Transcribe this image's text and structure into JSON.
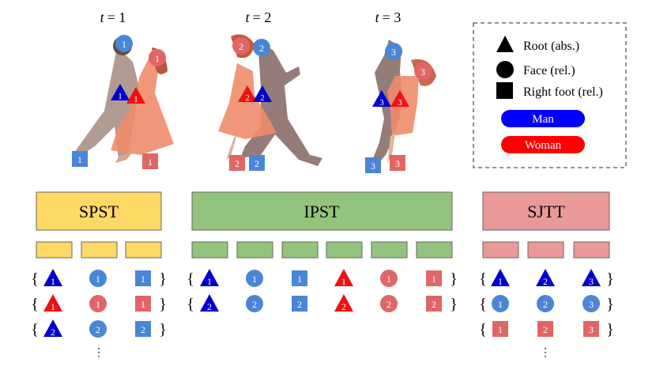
{
  "frames": [
    {
      "t_label": "t",
      "t_value": "= 1"
    },
    {
      "t_label": "t",
      "t_value": "= 2"
    },
    {
      "t_label": "t",
      "t_value": "= 3"
    }
  ],
  "legend": {
    "root": "Root (abs.)",
    "face": "Face (rel.)",
    "foot": "Right foot (rel.)",
    "man": "Man",
    "woman": "Woman"
  },
  "blocks": {
    "spst": "SPST",
    "ipst": "IPST",
    "sjtt": "SJTT"
  },
  "brace_open": "{",
  "brace_close": "}",
  "ellipsis": "⋮",
  "colors": {
    "man_root": "#0000cc",
    "man_joint": "#4a86d8",
    "woman_root": "#ee1111",
    "woman_joint": "#e06666",
    "spst": "#ffd966",
    "ipst": "#93c47d",
    "sjtt": "#ea9999",
    "legend_man": "#0000ff",
    "legend_woman": "#ff0000"
  },
  "tokens": {
    "frame1": {
      "man_face": "1",
      "woman_face": "1",
      "man_root": "1",
      "woman_root": "1",
      "man_foot": "1",
      "woman_foot": "1"
    },
    "frame2": {
      "man_face": "2",
      "woman_face": "2",
      "man_root": "2",
      "woman_root": "2",
      "man_foot": "2",
      "woman_foot": "2"
    },
    "frame3": {
      "man_face": "3",
      "woman_face": "3",
      "man_root": "3",
      "woman_root": "3",
      "man_foot": "3",
      "woman_foot": "3"
    },
    "spst_rows": [
      [
        "1",
        "1",
        "1"
      ],
      [
        "1",
        "1",
        "1"
      ],
      [
        "2",
        "2",
        "2"
      ]
    ],
    "ipst_rows": [
      [
        "1",
        "1",
        "1",
        "1",
        "1",
        "1"
      ],
      [
        "2",
        "2",
        "2",
        "2",
        "2",
        "2"
      ]
    ],
    "sjtt_rows": [
      [
        "1",
        "2",
        "3"
      ],
      [
        "1",
        "2",
        "3"
      ],
      [
        "1",
        "2",
        "3"
      ]
    ]
  }
}
